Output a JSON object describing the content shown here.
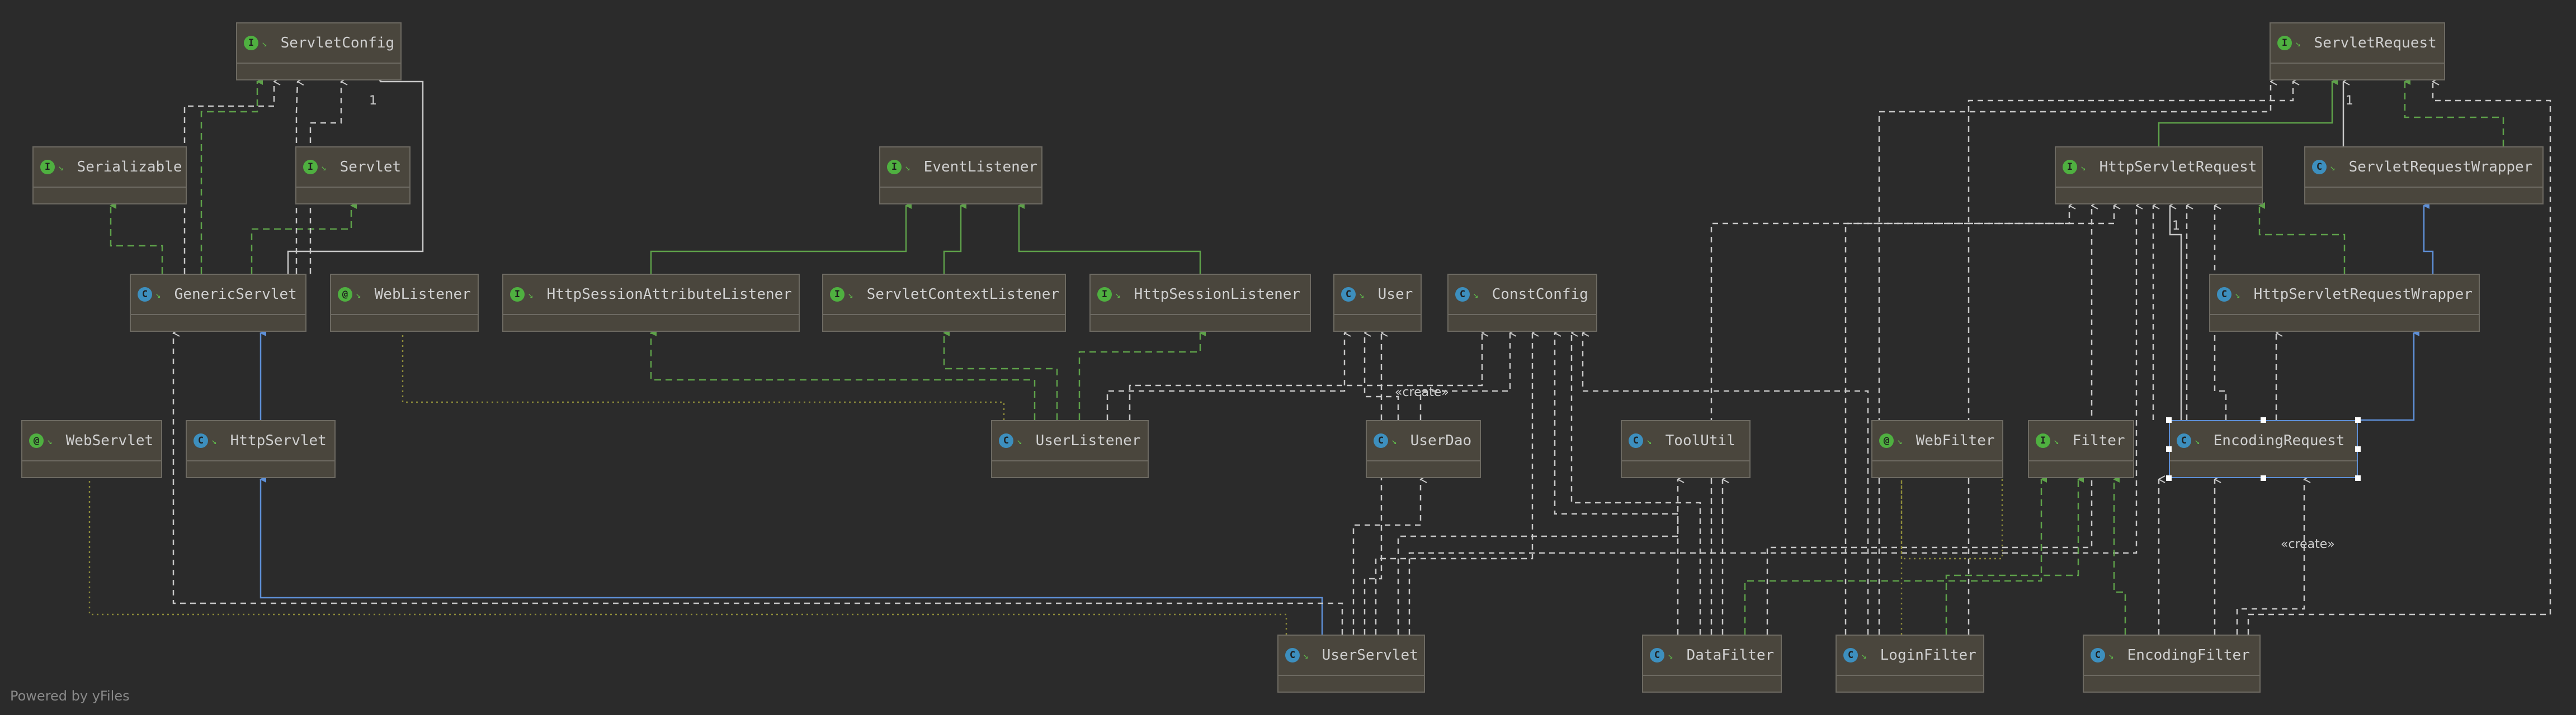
{
  "diagram": {
    "footer": "Powered by yFiles",
    "nodes": [
      {
        "id": "servletconfig",
        "name": "ServletConfig",
        "kind": "interface"
      },
      {
        "id": "serializable",
        "name": "Serializable",
        "kind": "interface"
      },
      {
        "id": "servlet",
        "name": "Servlet",
        "kind": "interface"
      },
      {
        "id": "eventlistener",
        "name": "EventListener",
        "kind": "interface"
      },
      {
        "id": "genericservlet",
        "name": "GenericServlet",
        "kind": "class"
      },
      {
        "id": "weblistener",
        "name": "WebListener",
        "kind": "annotation"
      },
      {
        "id": "httpsessionattributelistener",
        "name": "HttpSessionAttributeListener",
        "kind": "interface"
      },
      {
        "id": "servletcontextlistener",
        "name": "ServletContextListener",
        "kind": "interface"
      },
      {
        "id": "httpsessionlistener",
        "name": "HttpSessionListener",
        "kind": "interface"
      },
      {
        "id": "user",
        "name": "User",
        "kind": "class"
      },
      {
        "id": "constconfig",
        "name": "ConstConfig",
        "kind": "class"
      },
      {
        "id": "servletrequest",
        "name": "ServletRequest",
        "kind": "interface"
      },
      {
        "id": "httpservletrequest",
        "name": "HttpServletRequest",
        "kind": "interface"
      },
      {
        "id": "servletrequestwrapper",
        "name": "ServletRequestWrapper",
        "kind": "class"
      },
      {
        "id": "httpservletrequestwrapper",
        "name": "HttpServletRequestWrapper",
        "kind": "class"
      },
      {
        "id": "webservlet",
        "name": "WebServlet",
        "kind": "annotation"
      },
      {
        "id": "httpservlet",
        "name": "HttpServlet",
        "kind": "class"
      },
      {
        "id": "userlistener",
        "name": "UserListener",
        "kind": "class"
      },
      {
        "id": "userdao",
        "name": "UserDao",
        "kind": "class"
      },
      {
        "id": "toolutil",
        "name": "ToolUtil",
        "kind": "class"
      },
      {
        "id": "webfilter",
        "name": "WebFilter",
        "kind": "annotation"
      },
      {
        "id": "filter",
        "name": "Filter",
        "kind": "interface"
      },
      {
        "id": "encodingrequest",
        "name": "EncodingRequest",
        "kind": "class"
      },
      {
        "id": "userservlet",
        "name": "UserServlet",
        "kind": "class"
      },
      {
        "id": "datafilter",
        "name": "DataFilter",
        "kind": "class"
      },
      {
        "id": "loginfilter",
        "name": "LoginFilter",
        "kind": "class"
      },
      {
        "id": "encodingfilter",
        "name": "EncodingFilter",
        "kind": "class"
      }
    ],
    "edge_labels": {
      "create_1": "«create»",
      "create_2": "«create»",
      "mult_1": "1",
      "mult_2": "1",
      "mult_3": "1"
    },
    "colors": {
      "background": "#2b2b2b",
      "node_fill": "#4a463d",
      "node_border": "#6d6a62",
      "implements": "#5ea14a",
      "extends": "#5e8fd6",
      "dependency": "#c8c8c8",
      "annotation_link": "#8c8a3a",
      "selection": "#5e8fd6"
    }
  }
}
